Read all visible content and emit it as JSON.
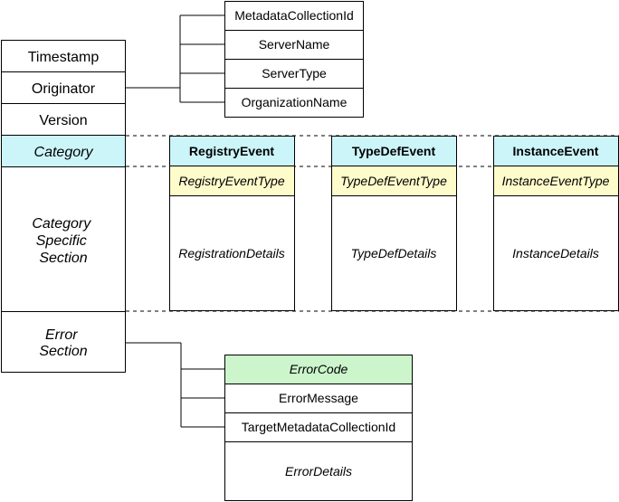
{
  "colors": {
    "category": "#ccf5fa",
    "event_type": "#fffccc",
    "error_code": "#ccf5cc",
    "plain": "#ffffff"
  },
  "header": {
    "timestamp": "Timestamp",
    "originator": "Originator",
    "version": "Version",
    "category": "Category",
    "category_specific_section": [
      "Category",
      "Specific",
      "Section"
    ],
    "error_section": [
      "Error",
      "Section"
    ]
  },
  "originator_fields": [
    "MetadataCollectionId",
    "ServerName",
    "ServerType",
    "OrganizationName"
  ],
  "events": [
    {
      "name": "RegistryEvent",
      "type": "RegistryEventType",
      "details": "RegistrationDetails"
    },
    {
      "name": "TypeDefEvent",
      "type": "TypeDefEventType",
      "details": "TypeDefDetails"
    },
    {
      "name": "InstanceEvent",
      "type": "InstanceEventType",
      "details": "InstanceDetails"
    }
  ],
  "error_fields": {
    "code": "ErrorCode",
    "message": "ErrorMessage",
    "target": "TargetMetadataCollectionId",
    "details": "ErrorDetails"
  }
}
